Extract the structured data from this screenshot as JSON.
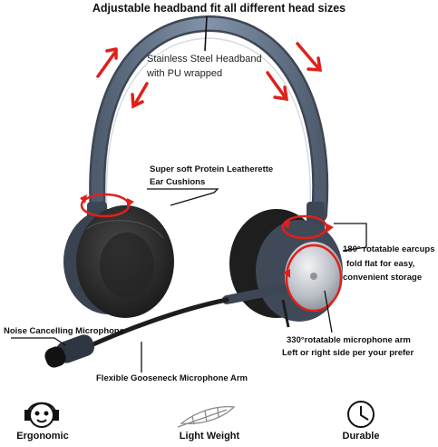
{
  "title": "Adjustable headband fit all different head sizes",
  "callouts": {
    "headband_line1": "Stainless Steel Headband",
    "headband_line2": "with PU wrapped",
    "cushions_line1": "Super soft Protein Leatherette",
    "cushions_line2": "Ear Cushions",
    "earcups_line1": "180° rotatable earcups",
    "earcups_line2": "fold flat for easy,",
    "earcups_line3": "convenient storage",
    "mic_label": "Noise Cancelling Microphone",
    "arm_line1": "330°rotatable microphone arm",
    "arm_line2": "Left or right side per your prefer",
    "gooseneck_label": "Flexible Gooseneck Microphone Arm"
  },
  "features": [
    {
      "label": "Ergonomic",
      "icon": "headset-person-icon"
    },
    {
      "label": "Light Weight",
      "icon": "feather-icon"
    },
    {
      "label": "Durable",
      "icon": "clock-icon"
    }
  ],
  "colors": {
    "arrow_red": "#e0201b",
    "headband": "#6f7f94",
    "cushion": "#2a2a2a",
    "cup_metal": "#c9ccd1"
  }
}
